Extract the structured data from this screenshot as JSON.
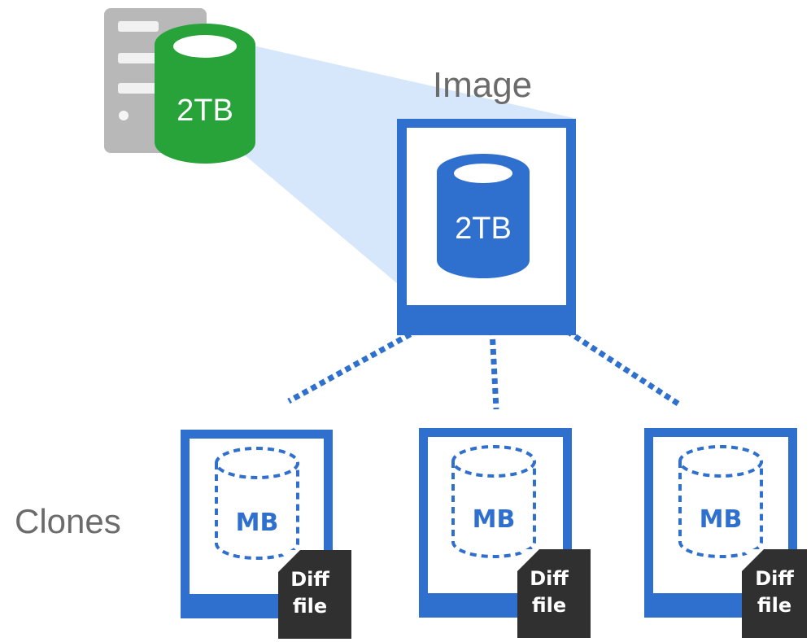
{
  "source": {
    "capacity": "2TB"
  },
  "image": {
    "title": "Image",
    "capacity": "2TB"
  },
  "clones": {
    "label": "Clones",
    "items": [
      {
        "capacity": "MB",
        "diff_line1": "Diff",
        "diff_line2": "file"
      },
      {
        "capacity": "MB",
        "diff_line1": "Diff",
        "diff_line2": "file"
      },
      {
        "capacity": "MB",
        "diff_line1": "Diff",
        "diff_line2": "file"
      }
    ]
  },
  "colors": {
    "blue": "#2f6fce",
    "light_blue": "#d6e7fb",
    "green": "#27a33a",
    "gray": "#b8b8b8",
    "dark": "#303030",
    "text_gray": "#6b6b6b"
  }
}
